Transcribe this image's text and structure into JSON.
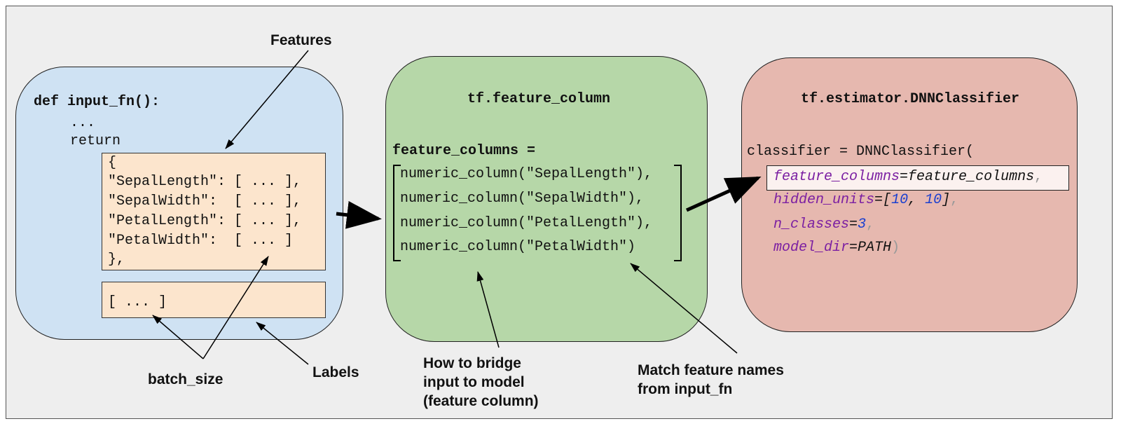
{
  "input_panel": {
    "def_keyword": "def",
    "fn_signature": "input_fn():",
    "ellipsis": "...",
    "return_keyword": "return",
    "feature_lines": [
      "{",
      "\"SepalLength\": [ ... ],",
      "\"SepalWidth\":  [ ... ],",
      "\"PetalLength\": [ ... ],",
      "\"PetalWidth\":  [ ... ]",
      "},"
    ],
    "labels_line": "[ ... ]"
  },
  "feature_column_panel": {
    "title": "tf.feature_column",
    "assign_line": "feature_columns =",
    "columns": [
      "numeric_column(\"SepalLength\"),",
      "numeric_column(\"SepalWidth\"),",
      "numeric_column(\"PetalLength\"),",
      "numeric_column(\"PetalWidth\")"
    ]
  },
  "classifier_panel": {
    "title": "tf.estimator.DNNClassifier",
    "call_line": "classifier = DNNClassifier(",
    "args": {
      "feature_columns_key": "feature_columns",
      "feature_columns_val": "feature_columns",
      "hidden_units_key": "hidden_units",
      "hidden_units_a": "10",
      "hidden_units_b": "10",
      "n_classes_key": "n_classes",
      "n_classes_val": "3",
      "model_dir_key": "model_dir",
      "model_dir_val": "PATH"
    }
  },
  "annotations": {
    "features": "Features",
    "batch_size": "batch_size",
    "labels": "Labels",
    "bridge_lines": [
      "How to bridge",
      "input to model",
      "(feature column)"
    ],
    "match_lines": [
      "Match feature names",
      "from input_fn"
    ]
  },
  "colors": {
    "input_panel": "#cfe2f3",
    "feature_column_panel": "#b6d7a8",
    "classifier_panel": "#e6b8af",
    "code_box": "#fce5cd",
    "keyword_purple": "#7b1fa2",
    "number_blue": "#1a3fcf"
  }
}
